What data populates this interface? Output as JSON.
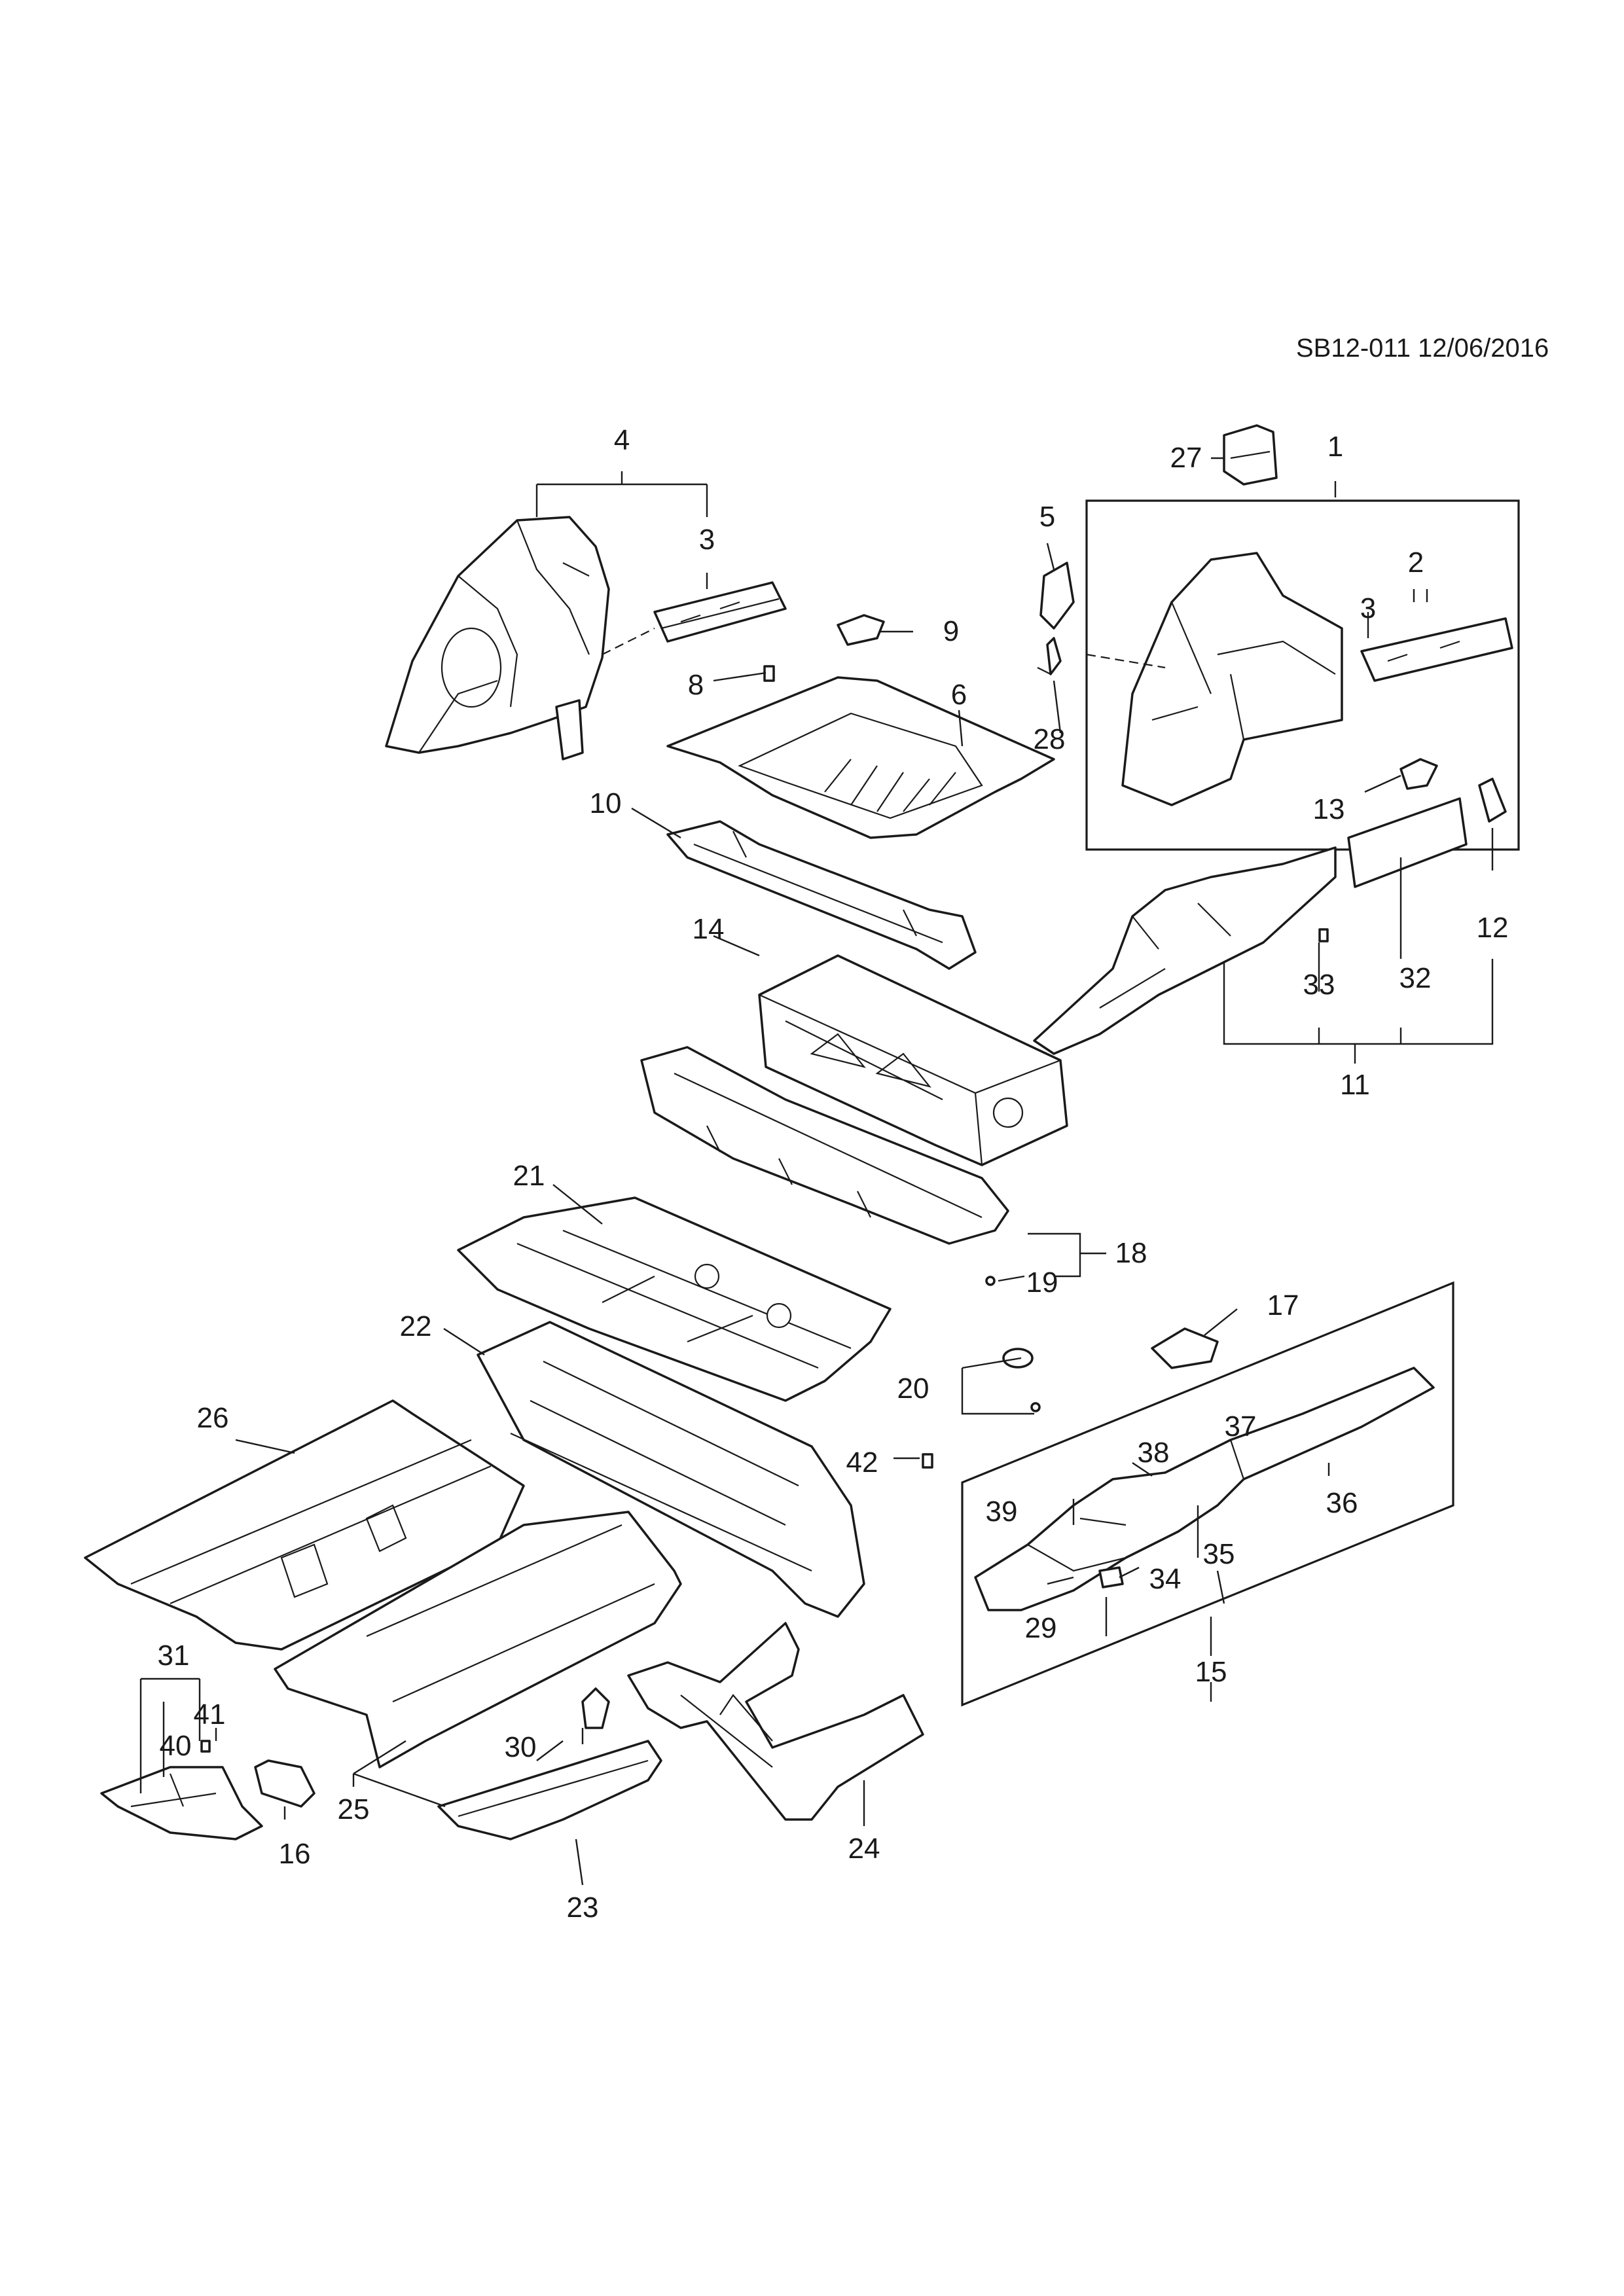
{
  "document": {
    "reference": "SB12-011 12/06/2016"
  },
  "callouts": {
    "c1": "1",
    "c2": "2",
    "c3a": "3",
    "c3b": "3",
    "c4": "4",
    "c5": "5",
    "c6": "6",
    "c8": "8",
    "c9": "9",
    "c10": "10",
    "c11": "11",
    "c12": "12",
    "c13": "13",
    "c14": "14",
    "c15": "15",
    "c16": "16",
    "c17": "17",
    "c18": "18",
    "c19": "19",
    "c20": "20",
    "c21": "21",
    "c22": "22",
    "c23": "23",
    "c24": "24",
    "c25": "25",
    "c26": "26",
    "c27": "27",
    "c28": "28",
    "c29": "29",
    "c30": "30",
    "c31": "31",
    "c32": "32",
    "c33": "33",
    "c34": "34",
    "c35": "35",
    "c36": "36",
    "c37": "37",
    "c38": "38",
    "c39": "39",
    "c40": "40",
    "c41": "41",
    "c42": "42"
  }
}
